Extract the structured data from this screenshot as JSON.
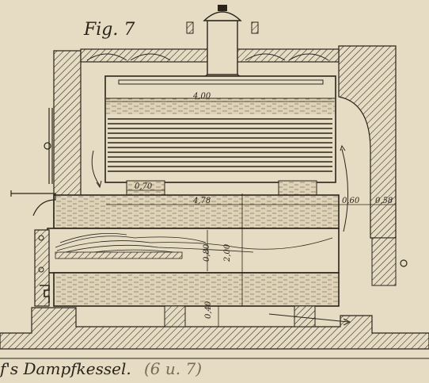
{
  "figure": {
    "label": "Fig. 7",
    "caption": "f's Dampfkessel.",
    "caption_note": "(6 u. 7)"
  },
  "dimensions": {
    "top_width": "4,00",
    "lower_width": "4,78",
    "gap_left": "0,70",
    "gap_right": "0,60",
    "wall": "0,58",
    "firetube": "0,80",
    "height": "2,00",
    "base": "0,40"
  },
  "colors": {
    "paper": "#e6dcc4",
    "ink": "#2a241b",
    "caption_note": "#7b6a55"
  }
}
